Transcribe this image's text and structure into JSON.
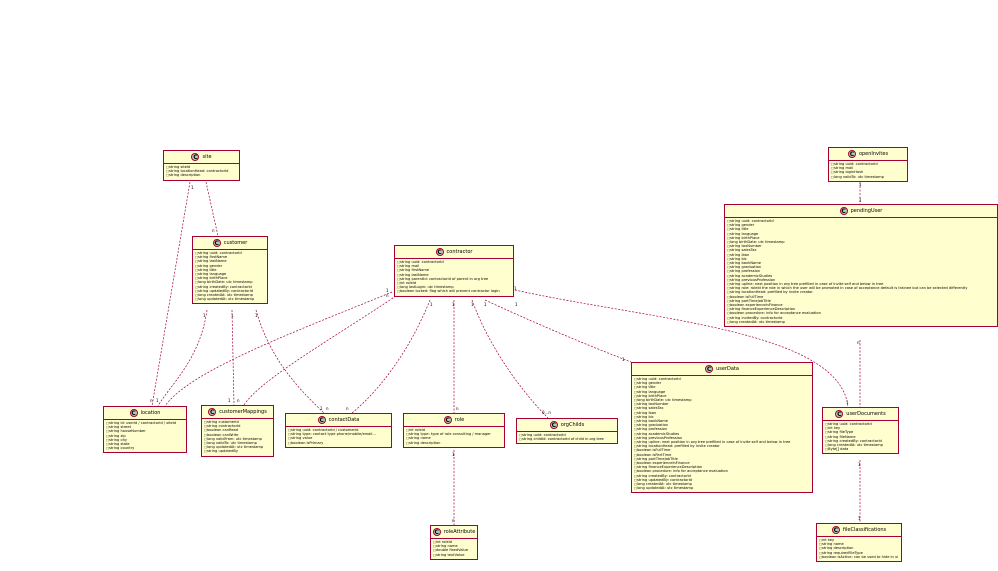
{
  "colors": {
    "box": "#fefece",
    "border": "#a80036",
    "badge": "#add1b2",
    "line": "#a80036"
  },
  "classes": {
    "site": {
      "name": "site",
      "badge": "C",
      "attrs": [
        "string siteId",
        "string locationHead: contractorId",
        "string description"
      ]
    },
    "customer": {
      "name": "customer",
      "badge": "C",
      "attrs": [
        "string uuid: contractorId",
        "string firstName",
        "string lastName",
        "string gender",
        "string title",
        "string language",
        "string birthPlace",
        "long birthDate: utc timestamp",
        "string createdBy: contractorId",
        "string updatedBy: contractorId",
        "long createdAt: utc timestamp",
        "long updatedAt: utc timestamp"
      ]
    },
    "contractor": {
      "name": "contractor",
      "badge": "C",
      "attrs": [
        "string uuid: contractorId",
        "string mail",
        "string firstName",
        "string lastName",
        "string parentId: contractorId of parent in org tree",
        "int roleId",
        "long lastLogin: utc timestamp",
        "boolean locked: flag which will prevent contractor login"
      ]
    },
    "openInvites": {
      "name": "openInvites",
      "badge": "C",
      "attrs": [
        "string uuid: contractorId",
        "string mail",
        "string loginHash",
        "long validTo: utc timestamp"
      ]
    },
    "pendingUser": {
      "name": "pendingUser",
      "badge": "C",
      "attrs": [
        "string uuid: contractorId",
        "string gender",
        "string title",
        "string language",
        "string birthPlace",
        "long birthDate: utc timestamp",
        "string taxNumber",
        "string salesTax",
        "string iban",
        "string bic",
        "string bankName",
        "string graduation",
        "string profession",
        "string academicStudies",
        "string previousProfession",
        "string upline: next position in org tree prefilled in case of invite self and below in tree",
        "string role: roleId the role in which the user will be promoted in case of acceptance default is trainee but can be selected differently",
        "string locationHead: prefilled by invite creator",
        "boolean isFullTime",
        "string partTimeJobTitle",
        "boolean experienceInFinance",
        "string financeExperienceDescription",
        "boolean procedure: info for acceptance evaluation",
        "string invitedBy: contractorId",
        "long createdAt: utc timestamp"
      ]
    },
    "location": {
      "name": "location",
      "badge": "C",
      "attrs": [
        "string id: userId / contractorId / siteId",
        "string street",
        "string houseNumber",
        "string zip",
        "string city",
        "string state",
        "string country"
      ]
    },
    "customerMappings": {
      "name": "customerMappings",
      "badge": "C",
      "attrs": [
        "string customerId",
        "string contractorId",
        "boolean canRead",
        "boolean canWrite",
        "long validFrom: utc timestamp",
        "long validTo: utc timestamp",
        "long updatedAt: utc timestamp",
        "string updatedBy"
      ]
    },
    "contactData": {
      "name": "contactData",
      "badge": "C",
      "attrs": [
        "string uuid: contractorId / customerId",
        "string type: contact type phone/mobile/email...",
        "string value",
        "boolean isPrimary"
      ]
    },
    "role": {
      "name": "role",
      "badge": "C",
      "attrs": [
        "int roleId",
        "string type: type of role consulting / manager",
        "string name",
        "string description"
      ]
    },
    "orgChilds": {
      "name": "orgChilds",
      "badge": "C",
      "attrs": [
        "string uuid: contractorId",
        "string childId: contractorId of child in org tree"
      ]
    },
    "userData": {
      "name": "userData",
      "badge": "C",
      "attrs": [
        "string uuid: contractorId",
        "string gender",
        "string title",
        "string language",
        "string birthPlace",
        "long birthDate: utc timestamp",
        "string taxNumber",
        "string salesTax",
        "string iban",
        "string bic",
        "string bankName",
        "string graduation",
        "string profession",
        "string academicStudies",
        "string previousProfession",
        "string upline: next position in org tree prefilled in case of invite self and below in tree",
        "string locationHead: prefilled by invite creator",
        "boolean isFullTime",
        "boolean isPartTime",
        "string partTimeJobTitle",
        "boolean experienceInFinance",
        "string financeExperienceDescription",
        "boolean procedure: info for acceptance evaluation",
        "string createdBy: contractorId",
        "string updatedBy: contractorId",
        "long createdAt: utc timestamp",
        "long updatedAt: utc timestamp"
      ]
    },
    "userDocuments": {
      "name": "userDocuments",
      "badge": "C",
      "attrs": [
        "string uuid: contractorId",
        "int key",
        "string fileType",
        "string fileName",
        "string createdBy: contractorId",
        "long createdAt: utc timestamp",
        "Byte[] data"
      ]
    },
    "roleAttribute": {
      "name": "roleAttribute",
      "badge": "C",
      "attrs": [
        "int roleId",
        "string name",
        "double fixedValue",
        "string textValue"
      ]
    },
    "fileClassifications": {
      "name": "fileClassifications",
      "badge": "C",
      "attrs": [
        "int key",
        "string name",
        "string description",
        "string requiredFileType",
        "boolean isActive: can be used to hide in ui"
      ]
    }
  },
  "multiplicities": {
    "m1": "1",
    "m2": "n",
    "m3": "1",
    "m4": "1",
    "m5": "1",
    "m6": "n",
    "m7": "1",
    "m8": "1",
    "m9": "n",
    "m10": "1",
    "m11": "n",
    "m12": "1",
    "m13": "n",
    "m14": "1",
    "m15": "n",
    "m16": "1",
    "m17": "n",
    "m18": "1",
    "m19": "1",
    "m20": "1",
    "m21": "0...n",
    "m22": "1",
    "m23": "1",
    "m24": "1",
    "m25": "1",
    "m26": "n",
    "m27": "1",
    "m28": "1",
    "m29": "1",
    "m30": "n",
    "m31": "1"
  }
}
